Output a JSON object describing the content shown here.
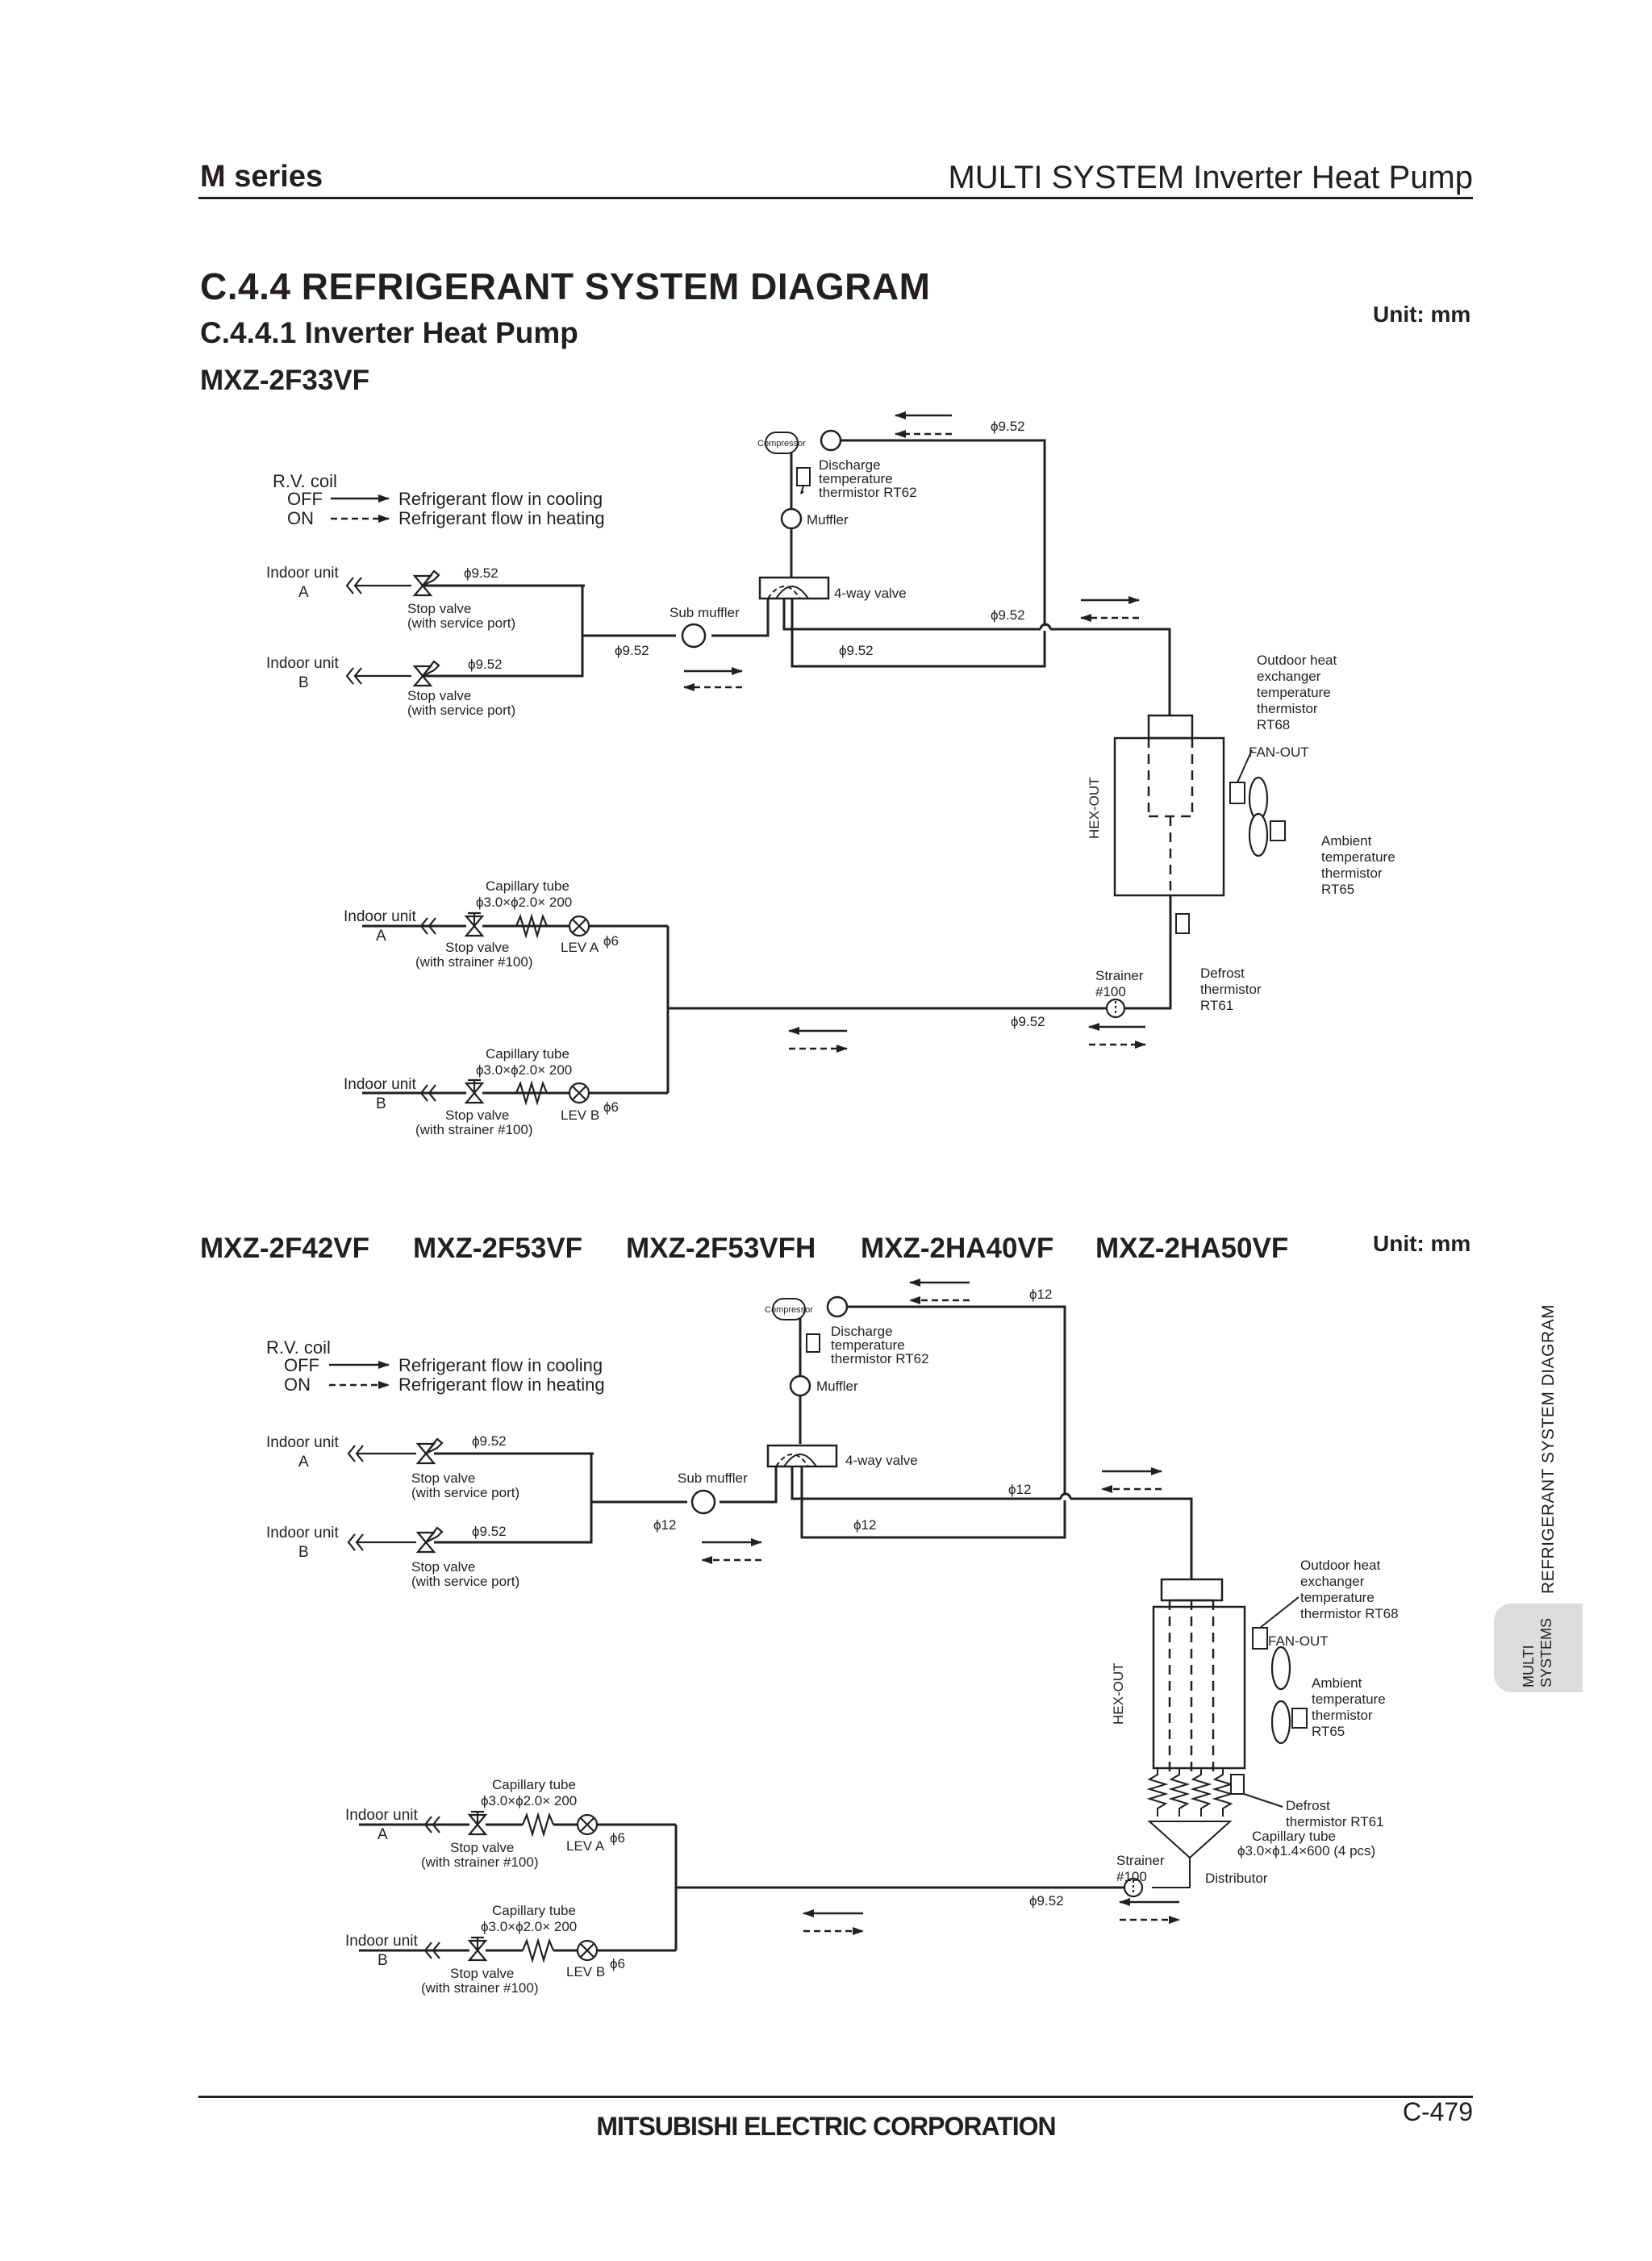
{
  "header": {
    "series": "M series",
    "title": "MULTI SYSTEM Inverter Heat Pump"
  },
  "section": {
    "title": "C.4.4  REFRIGERANT SYSTEM DIAGRAM",
    "subtitle": "C.4.4.1  Inverter Heat Pump",
    "unit": "Unit: mm"
  },
  "side": {
    "tab_line1": "MULTI",
    "tab_line2": "SYSTEMS",
    "vertical_title": "REFRIGERANT SYSTEM DIAGRAM"
  },
  "legend": {
    "rv_coil": "R.V. coil",
    "off": "OFF",
    "on": "ON",
    "cooling": "Refrigerant flow in cooling",
    "heating": "Refrigerant flow in heating"
  },
  "labels": {
    "compressor": "Compressor",
    "discharge": [
      "Discharge",
      "temperature",
      "thermistor RT62"
    ],
    "muffler": "Muffler",
    "four_way": "4-way valve",
    "sub_muffler": "Sub muffler",
    "indoor_a": [
      "Indoor unit",
      "A"
    ],
    "indoor_b": [
      "Indoor unit",
      "B"
    ],
    "stop_valve_service": [
      "Stop valve",
      "(with service port)"
    ],
    "stop_valve_strainer": [
      "Stop valve",
      "(with strainer #100)"
    ],
    "capillary": "Capillary tube",
    "capillary_size": "ϕ3.0×ϕ2.0× 200",
    "lev_a": "LEV A",
    "lev_b": "LEV B",
    "pipe_6": "ϕ6",
    "hex_out": "HEX-OUT",
    "fan_out": "FAN-OUT",
    "ambient": [
      "Ambient",
      "temperature",
      "thermistor",
      "RT65"
    ],
    "strainer": [
      "Strainer",
      "#100"
    ],
    "distributor": "Distributor"
  },
  "diagram1": {
    "model": "MXZ-2F33VF",
    "pipe_main": "ϕ9.52",
    "pipe_indoor": "ϕ9.52",
    "outdoor_hex": [
      "Outdoor heat",
      "exchanger",
      "temperature",
      "thermistor",
      "RT68"
    ],
    "defrost": [
      "Defrost",
      "thermistor",
      "RT61"
    ]
  },
  "diagram2": {
    "models": [
      "MXZ-2F42VF",
      "MXZ-2F53VF",
      "MXZ-2F53VFH",
      "MXZ-2HA40VF",
      "MXZ-2HA50VF"
    ],
    "pipe_main": "ϕ12",
    "pipe_indoor": "ϕ9.52",
    "pipe_liquid": "ϕ9.52",
    "outdoor_hex": [
      "Outdoor heat",
      "exchanger",
      "temperature",
      "thermistor RT68"
    ],
    "defrost": [
      "Defrost",
      "thermistor RT61"
    ],
    "capillary_hex": [
      "Capillary tube",
      "ϕ3.0×ϕ1.4×600 (4 pcs)"
    ]
  },
  "footer": {
    "company": "MITSUBISHI ELECTRIC CORPORATION",
    "page": "C-479"
  }
}
